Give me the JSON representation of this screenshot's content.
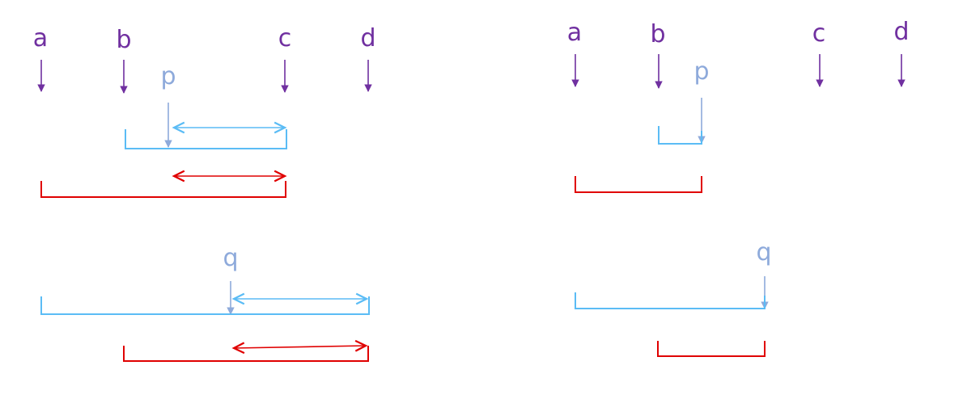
{
  "colors": {
    "point_marker": "#7030a0",
    "query_pointer": "#8eaadb",
    "blue_range": "#5bbcf5",
    "red_range": "#e00000"
  },
  "labels": {
    "a": "a",
    "b": "b",
    "c": "c",
    "d": "d",
    "p": "p",
    "q": "q"
  }
}
